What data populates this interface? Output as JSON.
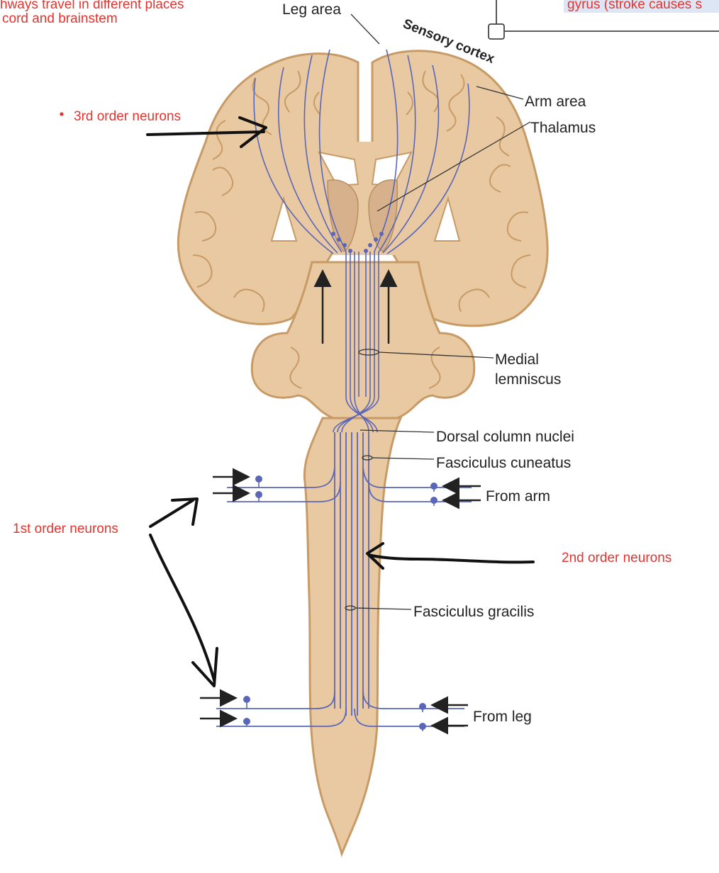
{
  "notes": {
    "top_left_line1": "hways travel in different places",
    "top_left_line2": "cord and brainstem",
    "top_right": "gyrus (stroke causes s",
    "third_order": "3rd order neurons",
    "first_order": "1st order neurons",
    "second_order": "2nd order neurons"
  },
  "labels": {
    "leg_area": "Leg area",
    "sensory_cortex": "Sensory cortex",
    "arm_area": "Arm area",
    "thalamus": "Thalamus",
    "medial_lemniscus_1": "Medial",
    "medial_lemniscus_2": "lemniscus",
    "dorsal_column_nuclei": "Dorsal column nuclei",
    "fasciculus_cuneatus": "Fasciculus cuneatus",
    "from_arm": "From arm",
    "fasciculus_gracilis": "Fasciculus gracilis",
    "from_leg": "From leg"
  },
  "colors": {
    "tissue": "#e9c9a2",
    "tract": "#5a66b8",
    "note_text": "#e03530",
    "ink": "#111111"
  },
  "icons": {
    "third_order_arrow": "hand-drawn-arrow-right",
    "first_order_arrows": "hand-drawn-arrows-up-and-down",
    "second_order_arrow": "hand-drawn-arrow-left"
  }
}
